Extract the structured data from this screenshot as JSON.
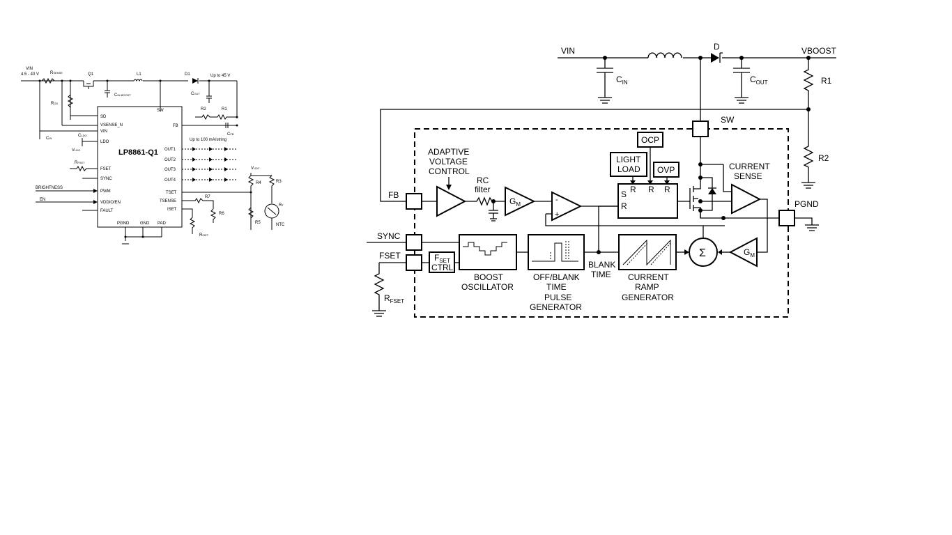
{
  "left_schematic": {
    "ic_name": "LP8861-Q1",
    "vin_label": "VIN",
    "vin_range": "4.5 - 40 V",
    "rsense": "R",
    "rsense_sub": "SENSE",
    "rsense_sub_note": "SENSE",
    "q1": "Q1",
    "l1": "L1",
    "d1": "D1",
    "up_to_45v": "Up to 45 V",
    "rgs": "R",
    "rgs_sub": "GS",
    "cin_boost": "C",
    "cin_boost_sub": "IN-BOOST",
    "cout": "C",
    "cout_sub": "OUT",
    "r2": "R2",
    "r1": "R1",
    "cfb": "C",
    "cfb_sub": "FB",
    "cin": "C",
    "cin_sub": "IN",
    "cldo": "C",
    "cldo_sub": "LDO",
    "vldo": "V",
    "vldo_sub": "LDO",
    "rfset": "R",
    "rfset_sub": "FSET",
    "brightness": "BRIGHTNESS",
    "en": "EN",
    "up_to_100ma": "Up to 100 mA/string",
    "vldo2": "V",
    "vldo2_sub": "LDO",
    "r3": "R3",
    "r4": "R4",
    "r5": "R5",
    "r6": "R6",
    "r7": "R7",
    "rt": "R",
    "rt_sub": "T",
    "ntc": "NTC",
    "riset": "R",
    "riset_sub": "ISET",
    "pins_left": [
      "SD",
      "VSENSE_N",
      "VIN",
      "LDO",
      "FSET",
      "SYNC",
      "PWM",
      "VDDIO/EN",
      "FAULT"
    ],
    "pins_right": [
      "SW",
      "FB",
      "OUT1",
      "OUT2",
      "OUT3",
      "OUT4",
      "TSET",
      "TSENSE",
      "ISET"
    ],
    "pins_bottom": [
      "PGND",
      "GND",
      "PAD"
    ]
  },
  "block_diagram": {
    "vin": "VIN",
    "vboost": "VBOOST",
    "d": "D",
    "cin": "C",
    "cin_sub": "IN",
    "cout": "C",
    "cout_sub": "OUT",
    "r1": "R1",
    "r2": "R2",
    "sw": "SW",
    "fb": "FB",
    "sync": "SYNC",
    "fset": "FSET",
    "pgnd": "PGND",
    "adaptive_1": "ADAPTIVE",
    "adaptive_2": "VOLTAGE",
    "adaptive_3": "CONTROL",
    "rc_1": "RC",
    "rc_2": "filter",
    "gm": "G",
    "gm_sub": "M",
    "comp_minus": "-",
    "comp_plus": "+",
    "ocp": "OCP",
    "light_1": "LIGHT",
    "light_2": "LOAD",
    "ovp": "OVP",
    "latch_s": "S",
    "latch_r_top": [
      "R",
      "R",
      "R"
    ],
    "latch_r_left": "R",
    "current_sense_1": "CURRENT",
    "current_sense_2": "SENSE",
    "boost_osc_1": "BOOST",
    "boost_osc_2": "OSCILLATOR",
    "off_blank_1": "OFF/BLANK",
    "off_blank_2": "TIME",
    "off_blank_3": "PULSE",
    "off_blank_4": "GENERATOR",
    "blank_time_1": "BLANK",
    "blank_time_2": "TIME",
    "ramp_1": "CURRENT",
    "ramp_2": "RAMP",
    "ramp_3": "GENERATOR",
    "sigma": "Σ",
    "fset_ctrl_1": "F",
    "fset_ctrl_1_sub": "SET",
    "fset_ctrl_2": "CTRL",
    "rfset": "R",
    "rfset_sub": "FSET"
  }
}
